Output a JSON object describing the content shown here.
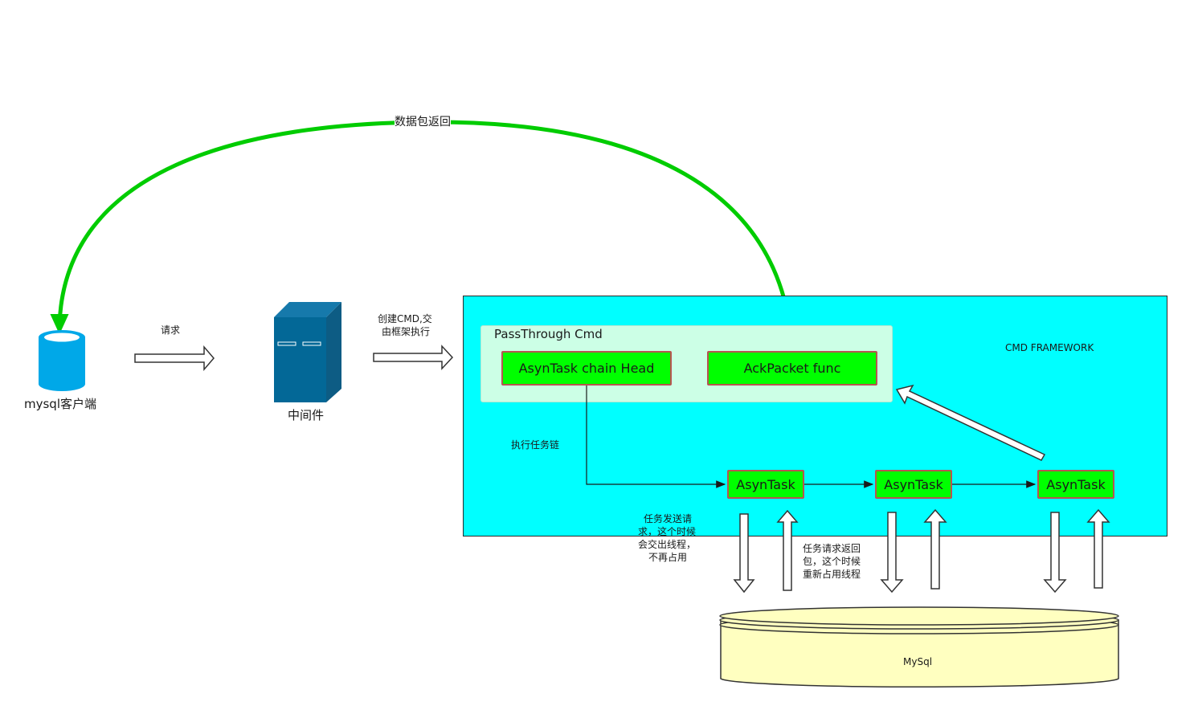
{
  "labels": {
    "return_path": "数据包返回",
    "request": "请求",
    "client": "mysql客户端",
    "middleware": "中间件",
    "create_cmd_line1": "创建CMD,交",
    "create_cmd_line2": "由框架执行",
    "framework": "CMD FRAMEWORK",
    "passthrough": "PassThrough Cmd",
    "chain_head": "AsynTask chain Head",
    "ack_func": "AckPacket func",
    "exec_chain": "执行任务链",
    "task1": "AsynTask",
    "task2": "AsynTask",
    "task3": "AsynTask",
    "send_note_1": "任务发送请",
    "send_note_2": "求，这个时候",
    "send_note_3": "会交出线程，",
    "send_note_4": "不再占用",
    "return_note_1": "任务请求返回",
    "return_note_2": "包，这个时候",
    "return_note_3": "重新占用线程",
    "mysql": "MySql"
  },
  "colors": {
    "framework_fill": "#00ffff",
    "passthrough_fill": "#ccffe6",
    "task_fill": "#00ff00",
    "task_border": "#b85450",
    "return_arrow": "#00cc00",
    "db_client": "#00a8e8",
    "server": "#036897",
    "mysql_fill": "#ffffc0"
  },
  "icons": [
    "database-client-icon",
    "server-icon",
    "mysql-database-icon"
  ]
}
